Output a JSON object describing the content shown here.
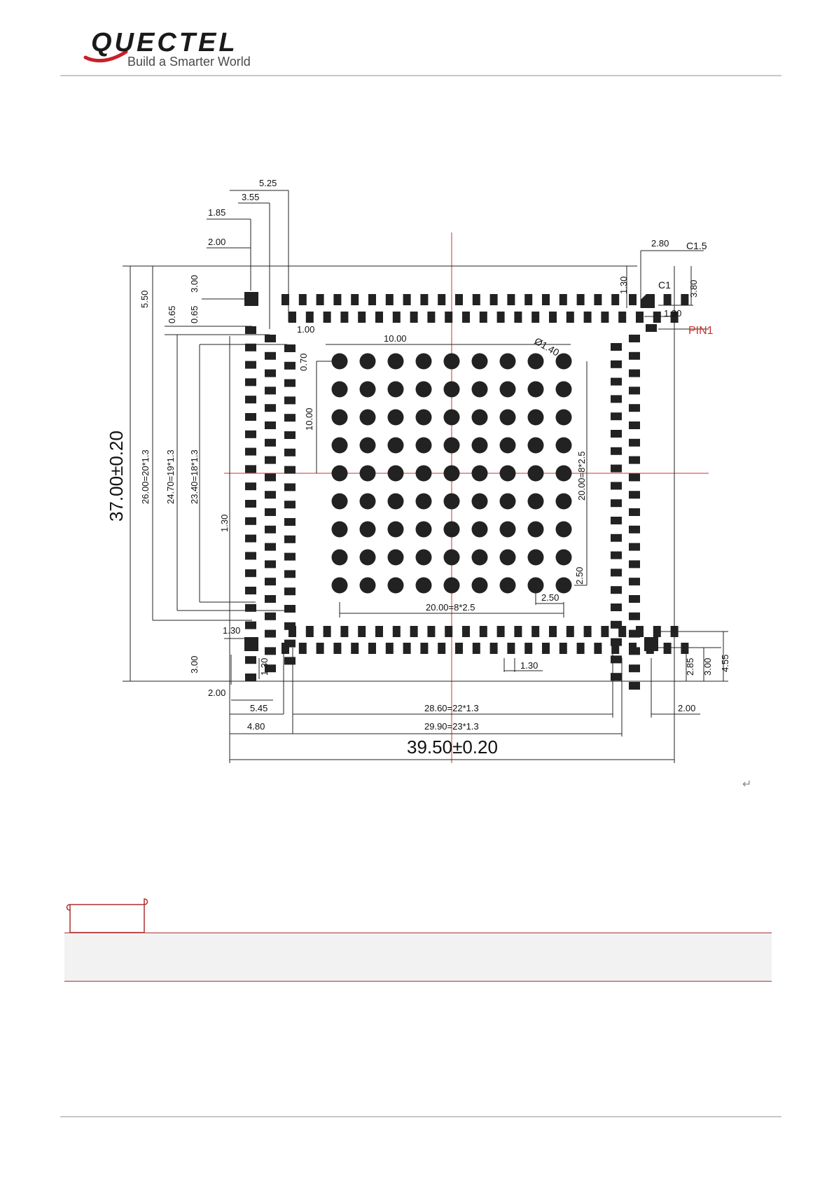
{
  "header": {
    "logo_text": "QUECTEL",
    "tagline": "Build a Smarter World"
  },
  "drawing": {
    "overall_width": "39.50±0.20",
    "overall_height": "37.00±0.20",
    "pin1_label": "PIN1",
    "top_dims": [
      "5.25",
      "3.55",
      "1.85",
      "2.00"
    ],
    "corner_dims": {
      "chamfer_w": "2.80",
      "chamfer_big": "C1.5",
      "chamfer_small": "C1",
      "h_130": "1.30",
      "v_380": "3.80",
      "v_130": "1.30"
    },
    "left_dims": {
      "v_550": "5.50",
      "v_300": "3.00",
      "v_065a": "0.65",
      "v_065b": "0.65",
      "pitch_a": "26.00=20*1.3",
      "pitch_b": "24.70=19*1.3",
      "pitch_c": "23.40=18*1.3",
      "v_130": "1.30"
    },
    "inner_dims": {
      "h_100": "1.00",
      "v_070": "0.70",
      "h_1000": "10.00",
      "v_1000": "10.00",
      "ball_dia": "Ø1.40",
      "ball_v_pitch": "20.00=8*2.5",
      "ball_h_pitch": "20.00=8*2.5",
      "ball_v_250": "2.50",
      "ball_h_250": "2.50"
    },
    "bottom_dims": {
      "h_130_left": "1.30",
      "v_300": "3.00",
      "h_200": "2.00",
      "v_130": "1.30",
      "h_545": "5.45",
      "pitch_a": "28.60=22*1.3",
      "h_480": "4.80",
      "pitch_b": "29.90=23*1.3",
      "h_130_mid": "1.30",
      "v_285": "2.85",
      "v_300r": "3.00",
      "v_455": "4.55",
      "h_200r": "2.00"
    }
  },
  "note": {
    "tab_label": ""
  }
}
